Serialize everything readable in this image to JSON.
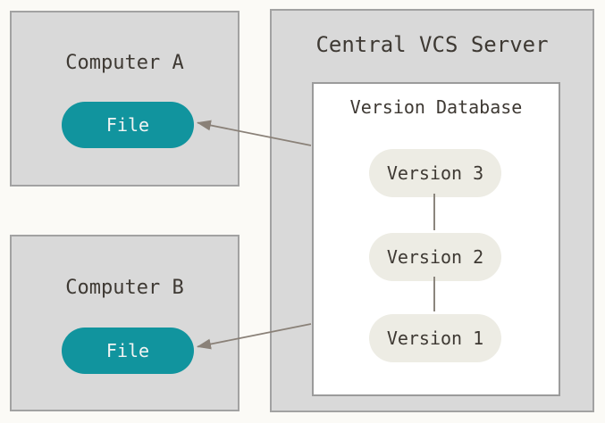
{
  "computer_a": {
    "label": "Computer A",
    "file": "File"
  },
  "computer_b": {
    "label": "Computer B",
    "file": "File"
  },
  "server": {
    "label": "Central VCS Server"
  },
  "database": {
    "label": "Version Database",
    "versions": [
      "Version 3",
      "Version 2",
      "Version 1"
    ]
  },
  "colors": {
    "background": "#fbfaf6",
    "box_fill": "#d9d9d9",
    "box_border": "#a2a2a2",
    "db_fill": "#ffffff",
    "db_border": "#9b9b9b",
    "file_fill": "#11949e",
    "file_text": "#f2f4f3",
    "version_fill": "#edece4",
    "text": "#3e3933",
    "arrow": "#8a8178",
    "connector": "#8b857d"
  }
}
